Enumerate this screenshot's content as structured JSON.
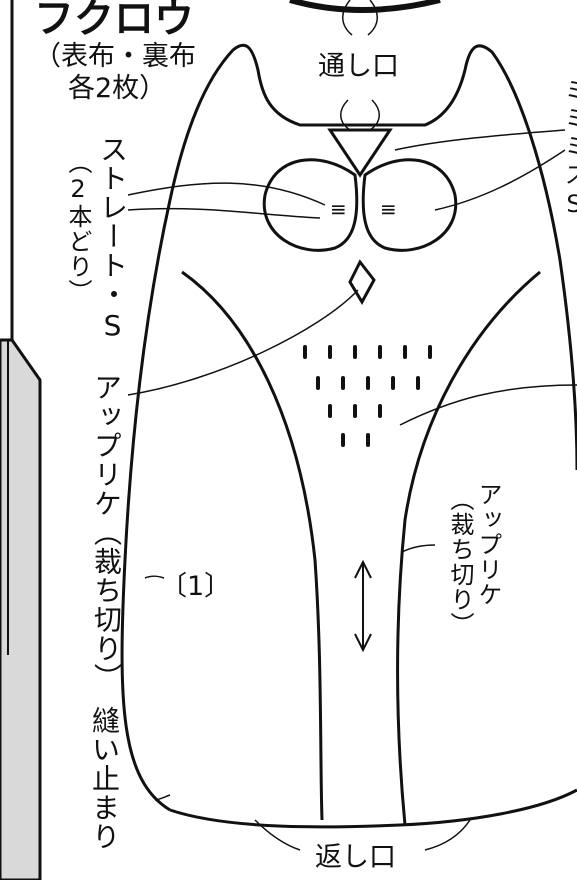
{
  "title": "フクロウ",
  "title_sub_line1": "（表布・裏布",
  "title_sub_line2": "各2枚）",
  "label_top_opening": "通し口",
  "label_bottom_opening": "返し口",
  "label_straight_stitch": "ストレート・S",
  "label_straight_stitch_note": "（2本どり）",
  "label_applique_left": "アップリケ（裁ち切り）",
  "label_applique_right_col1": "アップリケ",
  "label_applique_right_col2": "（裁ち切り）",
  "label_part_number": "〔1〕",
  "label_sew_stop": "縫い止まり",
  "label_right_cut_col1": "ミ",
  "label_right_cut_col2": "ミ",
  "label_right_cut_col3": "ミ",
  "label_right_cut_col4": "ス",
  "label_right_cut_col5": "S",
  "eye_mark_left": "≡",
  "eye_mark_right": "≡",
  "colors": {
    "line": "#111111",
    "panel": "#d9d9d9",
    "background": "#ffffff"
  }
}
